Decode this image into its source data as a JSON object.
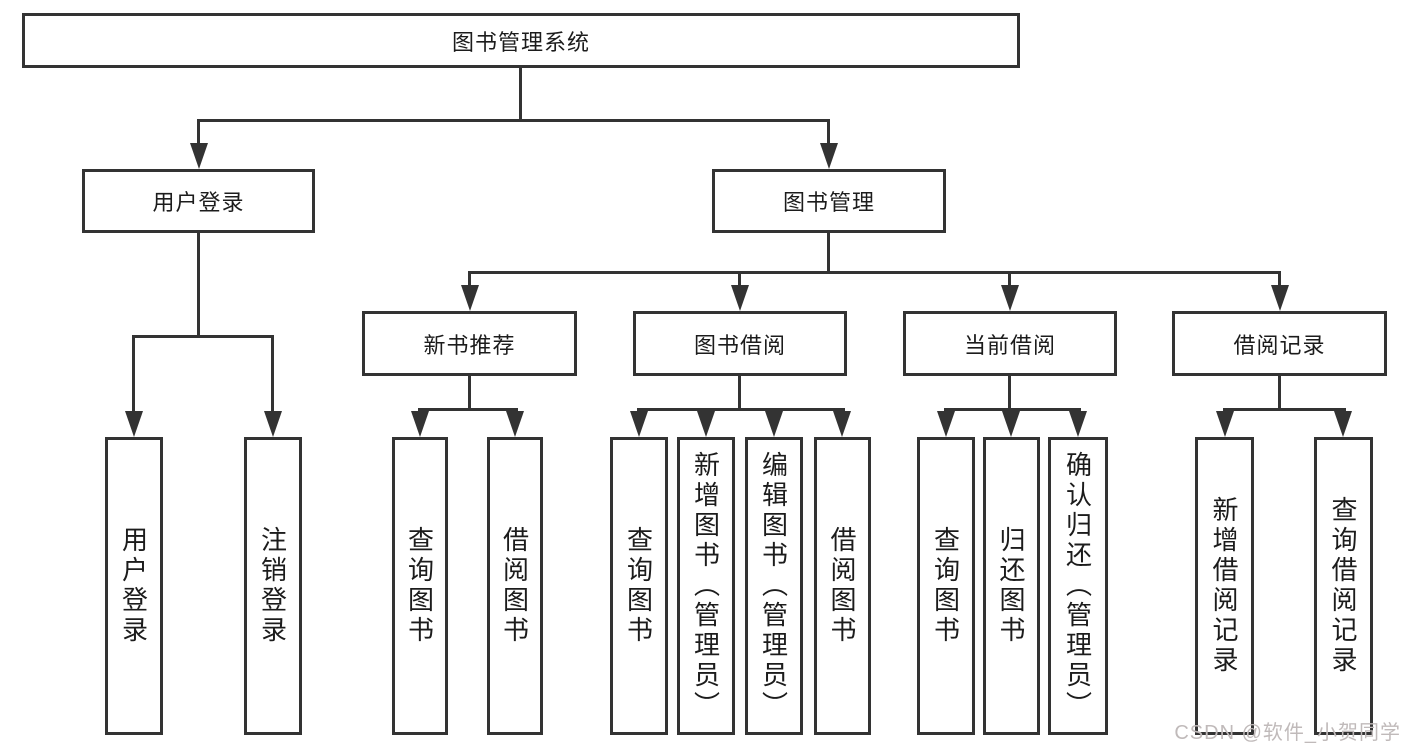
{
  "colors": {
    "line": "#333333",
    "text": "#1c1c1c",
    "box_background": "#ffffff",
    "watermark": "#c0baba"
  },
  "nodes": {
    "root": "图书管理系统",
    "level2": [
      "用户登录",
      "图书管理"
    ],
    "level3": [
      "新书推荐",
      "图书借阅",
      "当前借阅",
      "借阅记录"
    ],
    "level4": [
      "用户登录",
      "注销登录",
      "查询图书",
      "借阅图书",
      "查询图书",
      "新增图书（管理员）",
      "编辑图书（管理员）",
      "借阅图书",
      "查询图书",
      "归还图书",
      "确认归还（管理员）",
      "新增借阅记录",
      "查询借阅记录"
    ]
  },
  "watermark": {
    "text": "CSDN @软件_小贺同学"
  }
}
